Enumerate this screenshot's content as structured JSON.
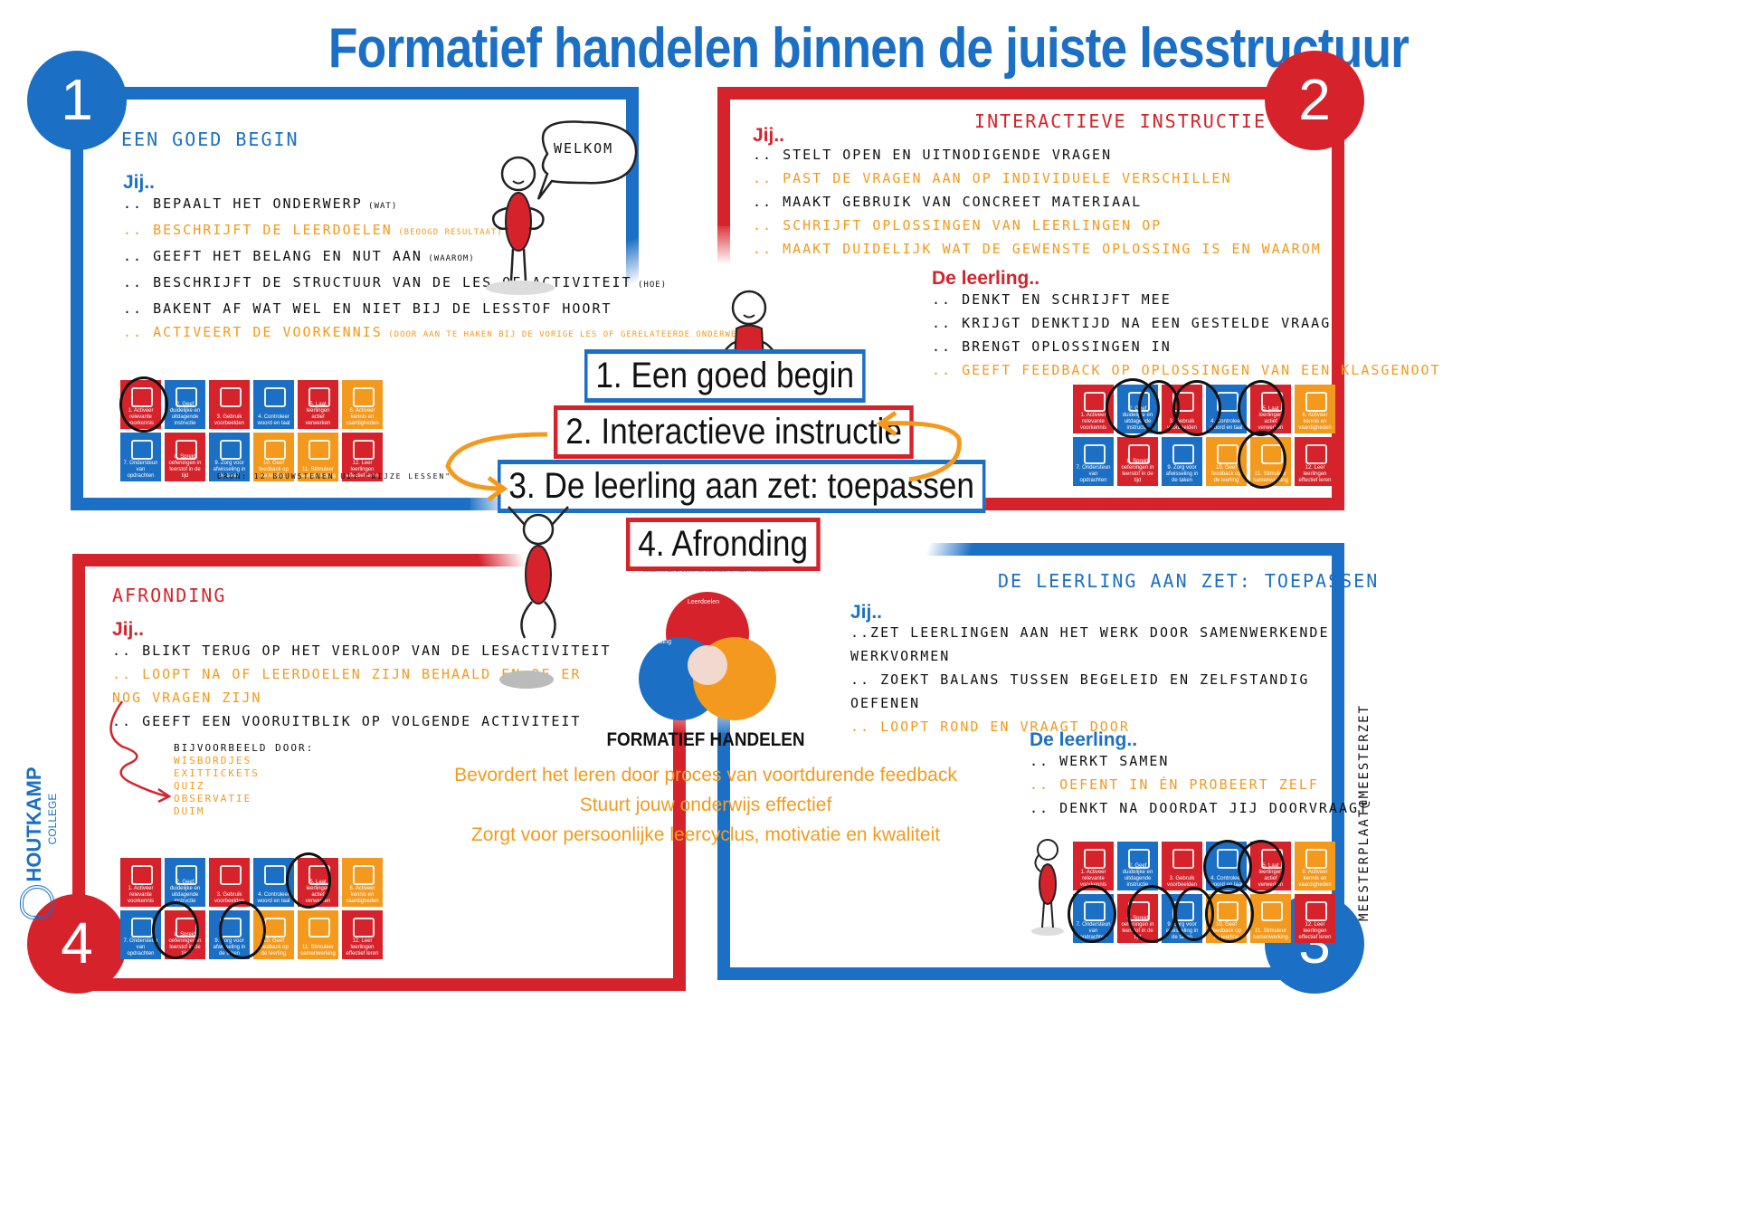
{
  "title": "Formatief handelen binnen de juiste lesstructuur",
  "numbers": {
    "one": "1",
    "two": "2",
    "three": "3",
    "four": "4"
  },
  "colors": {
    "blue": "#1b6fc4",
    "red": "#d6222a",
    "orange": "#f39a1e"
  },
  "section1": {
    "heading": "Een goed begin",
    "jij": "Jij..",
    "speech": "WELKOM",
    "items": [
      {
        "text": ".. Bepaalt het onderwerp",
        "note": "(wat)",
        "color": "black"
      },
      {
        "text": ".. Beschrijft de leerdoelen",
        "note": "(beoogd resultaat)",
        "color": "orange"
      },
      {
        "text": ".. Geeft het belang en nut aan",
        "note": "(waarom)",
        "color": "black"
      },
      {
        "text": ".. Beschrijft de structuur van de les of activiteit",
        "note": "(hoe)",
        "color": "black"
      },
      {
        "text": ".. Bakent af wat wel en niet bij de lesstof hoort",
        "note": "",
        "color": "black"
      },
      {
        "text": ".. Activeert de voorkennis",
        "note": "(door aan te haken bij de vorige les of gerelateerde onderwerpen)",
        "color": "orange"
      }
    ],
    "source": "BRON: 12 BOUWSTENEN UIT \"WIJZE LESSEN\""
  },
  "section2": {
    "heading": "Interactieve instructie",
    "jij": "Jij..",
    "items": [
      {
        "text": ".. Stelt open en uitnodigende vragen",
        "color": "black"
      },
      {
        "text": ".. Past de vragen aan op individuele verschillen",
        "color": "orange"
      },
      {
        "text": ".. Maakt gebruik van concreet materiaal",
        "color": "black"
      },
      {
        "text": ".. Schrijft oplossingen van leerlingen op",
        "color": "orange"
      },
      {
        "text": ".. Maakt duidelijk wat de gewenste oplossing is en waarom",
        "color": "orange"
      }
    ],
    "leerling": "De leerling..",
    "leerling_items": [
      {
        "text": ".. Denkt en schrijft mee",
        "color": "black"
      },
      {
        "text": ".. Krijgt denktijd na een gestelde vraag",
        "color": "black"
      },
      {
        "text": ".. Brengt oplossingen in",
        "color": "black"
      },
      {
        "text": ".. Geeft feedback op oplossingen van een klasgenoot",
        "color": "orange"
      }
    ]
  },
  "section3": {
    "heading": "De leerling aan zet: toepassen",
    "jij": "Jij..",
    "items": [
      {
        "text": "..Zet leerlingen aan het werk door samenwerkende",
        "color": "black"
      },
      {
        "text": "werkvormen",
        "color": "black"
      },
      {
        "text": ".. Zoekt balans tussen begeleid en zelfstandig",
        "color": "black"
      },
      {
        "text": "oefenen",
        "color": "black"
      },
      {
        "text": ".. Loopt rond en vraagt door",
        "color": "orange"
      }
    ],
    "leerling": "De leerling..",
    "leerling_items": [
      {
        "text": ".. Werkt samen",
        "color": "black"
      },
      {
        "text": ".. Oefent in én probeert zelf",
        "color": "orange"
      },
      {
        "text": ".. Denkt na doordat jij doorvraagt",
        "color": "black"
      }
    ]
  },
  "section4": {
    "heading": "Afronding",
    "jij": "Jij..",
    "items": [
      {
        "text": ".. Blikt terug op het verloop van de lesactiviteit",
        "color": "black"
      },
      {
        "text": ".. Loopt na of leerdoelen zijn behaald en of er",
        "color": "orange"
      },
      {
        "text": "nog vragen zijn",
        "color": "orange"
      },
      {
        "text": ".. Geeft een vooruitblik op volgende activiteit",
        "color": "black"
      }
    ],
    "example_label": "Bijvoorbeeld door:",
    "examples": [
      "Wisbordjes",
      "Exittickets",
      "Quiz",
      "Observatie",
      "Duim"
    ]
  },
  "steps": [
    "1. Een goed begin",
    "2. Interactieve instructie",
    "3. De leerling aan zet: toepassen",
    "4. Afronding"
  ],
  "center": {
    "credit": "Gebaseerd aan de theorie van John Hattie en Robert Marzano",
    "heading": "FORMATIEF HANDELEN",
    "lines": [
      "Bevordert het leren door proces van voortdurende feedback",
      "Stuurt jouw onderwijs effectief",
      "Zorgt voor persoonlijke leercyclus, motivatie en kwaliteit"
    ],
    "venn": {
      "top": "Leerdoelen",
      "left": "Afronding"
    }
  },
  "tiles": [
    {
      "label": "1. Activeer relevante voorkennis",
      "color": "#d6222a"
    },
    {
      "label": "2. Geef duidelijke en uitdagende instructie",
      "color": "#1b6fc4"
    },
    {
      "label": "3. Gebruik voorbeelden",
      "color": "#d6222a"
    },
    {
      "label": "4. Controleer woord en taal",
      "color": "#1b6fc4"
    },
    {
      "label": "5. Laat leerlingen actief verwerken",
      "color": "#d6222a"
    },
    {
      "label": "6. Activeer kennis en vaardigheden",
      "color": "#f39a1e"
    },
    {
      "label": "7. Ondersteun van opdrachten",
      "color": "#1b6fc4"
    },
    {
      "label": "8. Spreid oefeningen in leerstof in de tijd",
      "color": "#d6222a"
    },
    {
      "label": "9. Zorg voor afwisseling in de taken",
      "color": "#1b6fc4"
    },
    {
      "label": "10. Geef feedback op de leerling",
      "color": "#f39a1e"
    },
    {
      "label": "11. Stimuleer samenwerking",
      "color": "#f39a1e"
    },
    {
      "label": "12. Leer leerlingen effectief leren",
      "color": "#d6222a"
    }
  ],
  "logo": {
    "name": "HOUTKAMP",
    "sub": "COLLEGE"
  },
  "signature": "MEESTERPLAAT@MEESTERZET"
}
